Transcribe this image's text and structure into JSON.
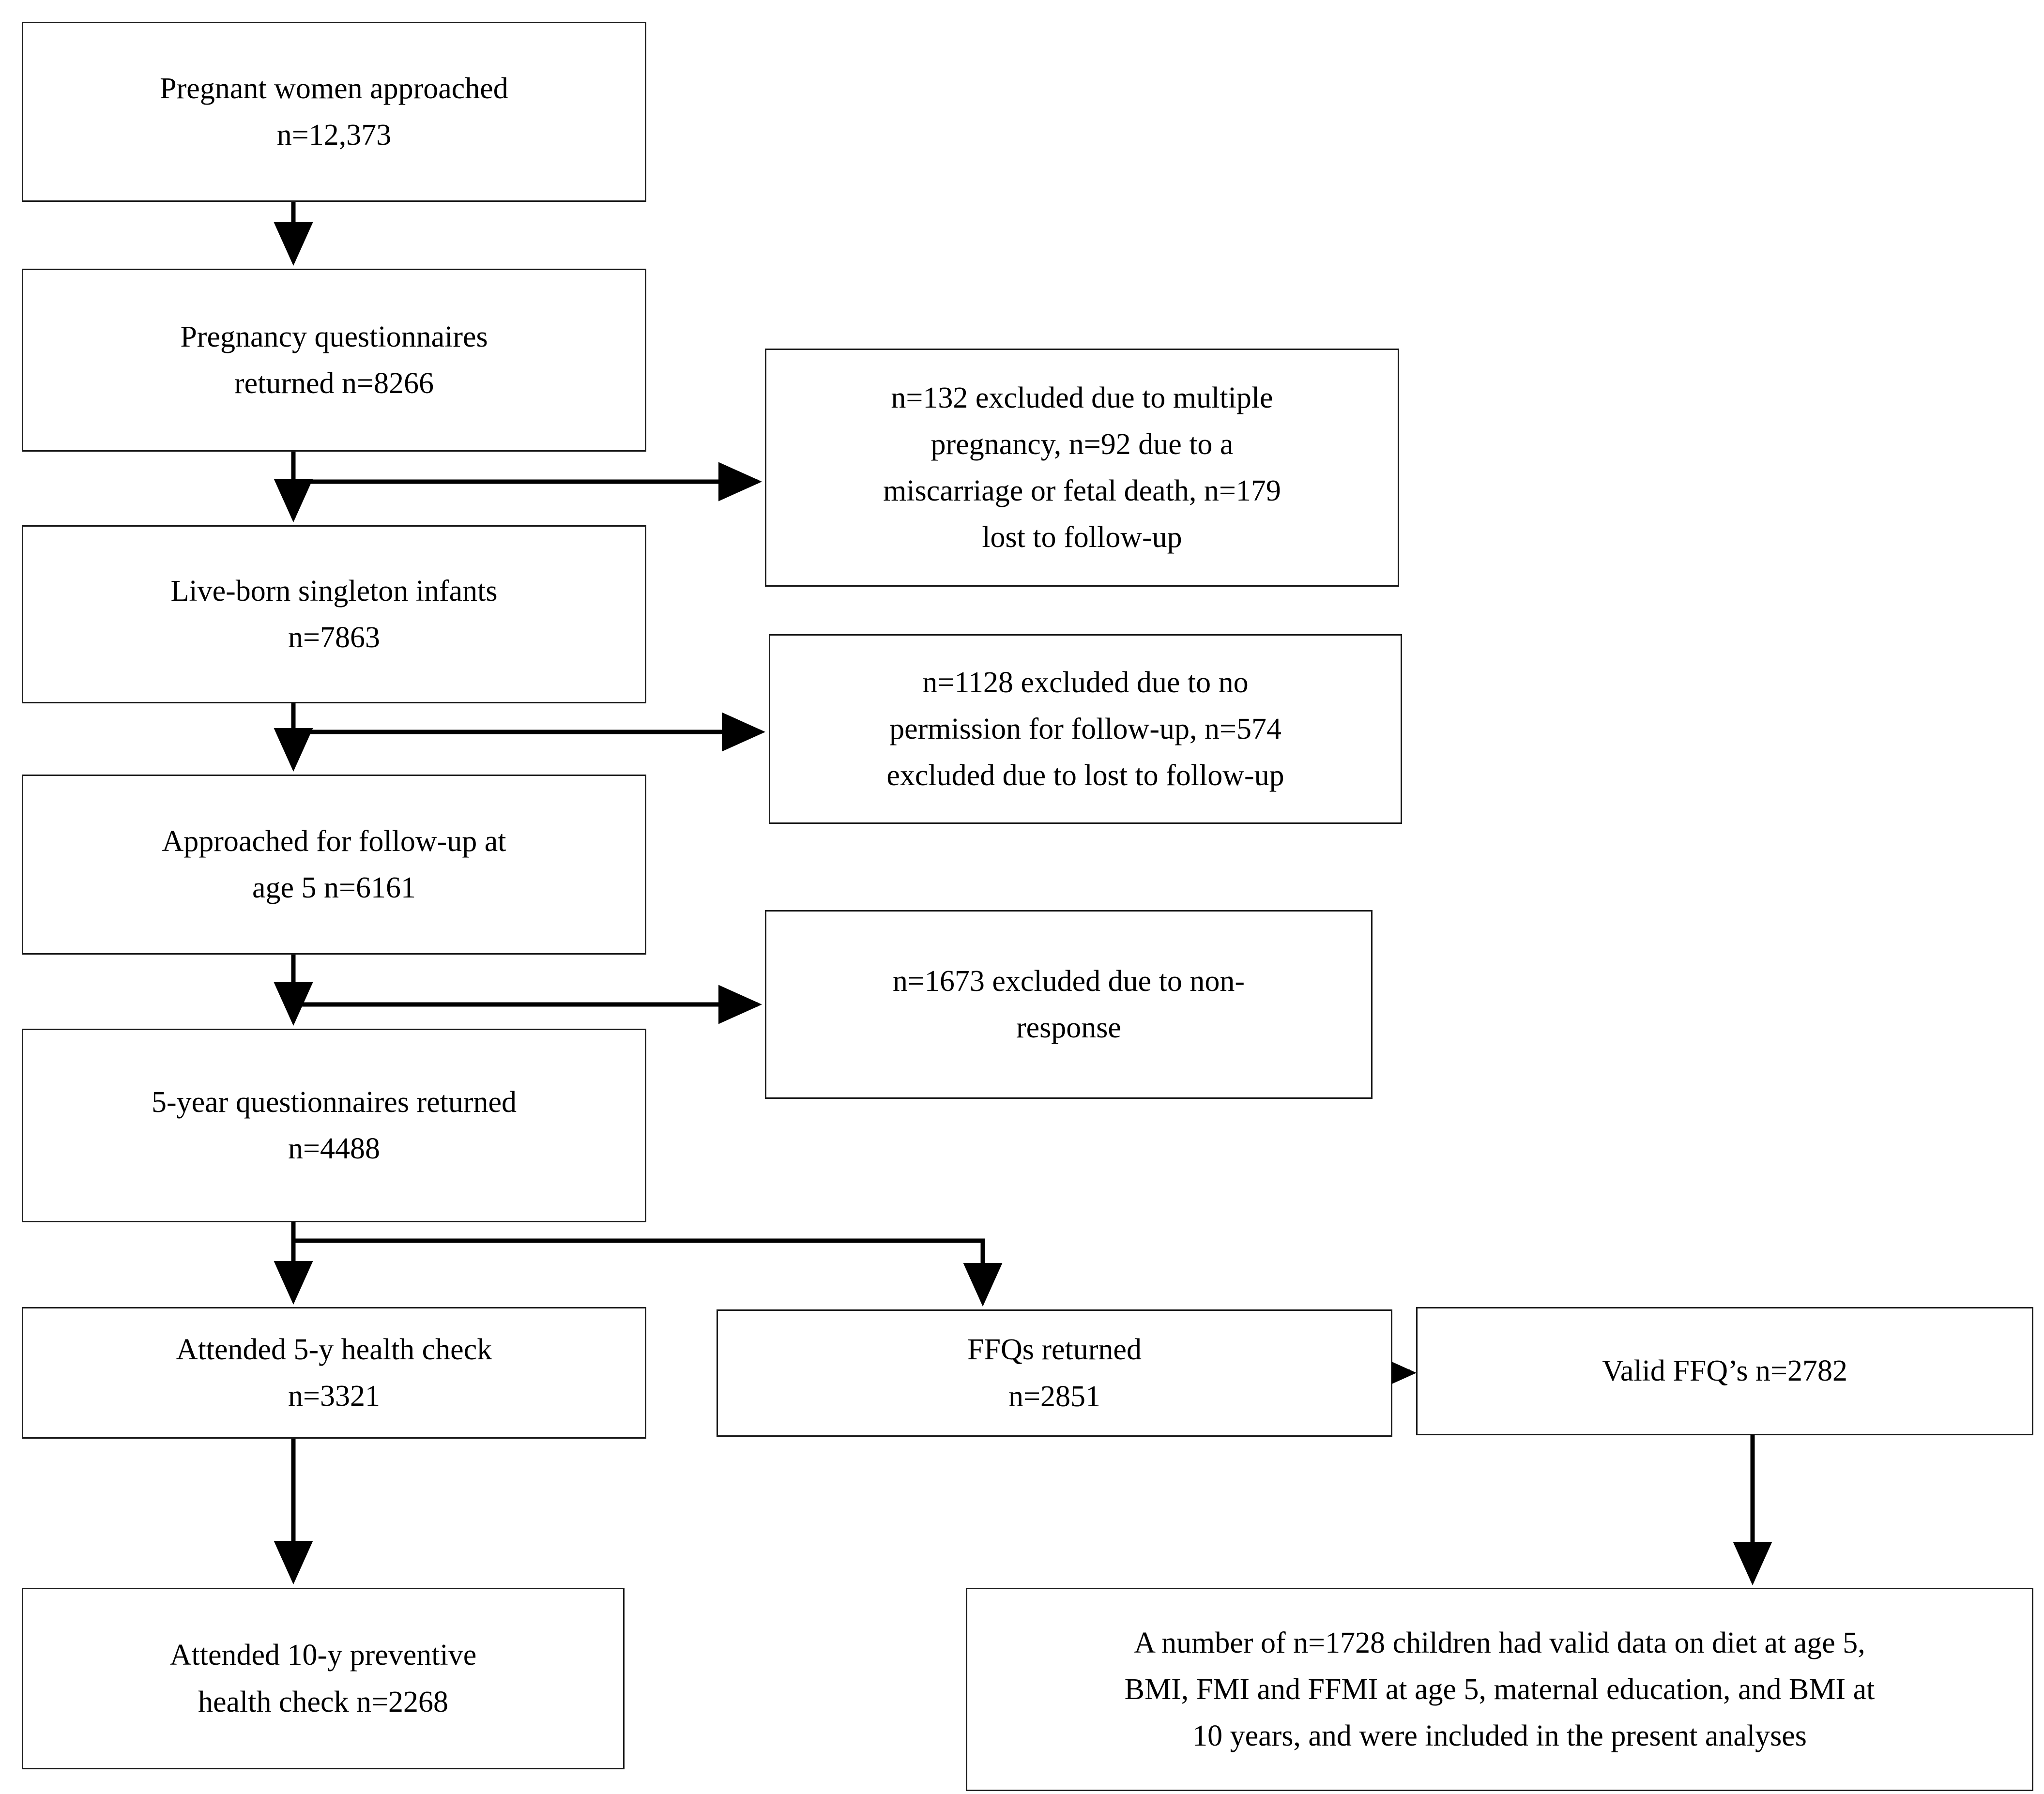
{
  "diagram": {
    "type": "flowchart",
    "title_present": false,
    "orientation": "top-to-bottom",
    "colors": {
      "box_border": "#1a1a1a",
      "box_fill": "#ffffff",
      "connector": "#000000",
      "text": "#000000",
      "background": "#ffffff"
    },
    "nodes": {
      "approached": {
        "id": "approached",
        "line1": "Pregnant women approached",
        "line2": "n=12,373",
        "count": 12373
      },
      "pregnancy_questionnaires": {
        "id": "pregnancy_questionnaires",
        "line1": "Pregnancy questionnaires",
        "line2": "returned n=8266",
        "count": 8266
      },
      "live_born": {
        "id": "live_born",
        "line1": "Live-born singleton infants",
        "line2": "n=7863",
        "count": 7863
      },
      "approached_followup": {
        "id": "approached_followup",
        "line1": "Approached for follow-up at",
        "line2": "age 5 n=6161",
        "count": 6161
      },
      "five_year_questionnaires": {
        "id": "five_year_questionnaires",
        "line1": "5-year questionnaires returned",
        "line2": "n=4488",
        "count": 4488
      },
      "health_check_5y": {
        "id": "health_check_5y",
        "line1": "Attended 5-y health check",
        "line2": "n=3321",
        "count": 3321
      },
      "health_check_10y": {
        "id": "health_check_10y",
        "line1": "Attended 10-y preventive",
        "line2": "health check n=2268",
        "count": 2268
      },
      "ffqs_returned": {
        "id": "ffqs_returned",
        "line1": "FFQs returned",
        "line2": "n=2851",
        "count": 2851
      },
      "valid_ffqs": {
        "id": "valid_ffqs",
        "line1": "Valid FFQ’s n=2782",
        "count": 2782
      },
      "final_sample": {
        "id": "final_sample",
        "line1": "A number of n=1728 children had valid data on diet at age 5,",
        "line2": "BMI, FMI and FFMI at age 5, maternal education, and BMI at",
        "line3": "10 years, and were included in the present analyses",
        "count": 1728
      }
    },
    "exclusions": {
      "exclusion_1": {
        "id": "exclusion_1",
        "line1": "n=132 excluded due to multiple",
        "line2": "pregnancy, n=92 due to a",
        "line3": "miscarriage or fetal death, n=179",
        "line4": "lost to follow-up",
        "counts": [
          132,
          92,
          179
        ]
      },
      "exclusion_2": {
        "id": "exclusion_2",
        "line1": "n=1128 excluded due to no",
        "line2": "permission for follow-up, n=574",
        "line3": "excluded due to lost to follow-up",
        "counts": [
          1128,
          574
        ]
      },
      "exclusion_3": {
        "id": "exclusion_3",
        "line1": "n=1673 excluded due to non-",
        "line2": "response",
        "counts": [
          1673
        ]
      }
    },
    "edges": [
      {
        "from": "approached",
        "to": "pregnancy_questionnaires",
        "kind": "down-arrow"
      },
      {
        "from": "pregnancy_questionnaires",
        "to": "live_born",
        "kind": "down-arrow"
      },
      {
        "from": "pregnancy_questionnaires",
        "to": "exclusion_1",
        "kind": "right-arrow"
      },
      {
        "from": "live_born",
        "to": "approached_followup",
        "kind": "down-arrow"
      },
      {
        "from": "live_born",
        "to": "exclusion_2",
        "kind": "right-arrow"
      },
      {
        "from": "approached_followup",
        "to": "five_year_questionnaires",
        "kind": "down-arrow"
      },
      {
        "from": "approached_followup",
        "to": "exclusion_3",
        "kind": "right-arrow"
      },
      {
        "from": "five_year_questionnaires",
        "to": "health_check_5y",
        "kind": "down-arrow"
      },
      {
        "from": "five_year_questionnaires",
        "to": "ffqs_returned",
        "kind": "elbow-down-arrow"
      },
      {
        "from": "health_check_5y",
        "to": "health_check_10y",
        "kind": "down-arrow"
      },
      {
        "from": "ffqs_returned",
        "to": "valid_ffqs",
        "kind": "right-arrow"
      },
      {
        "from": "valid_ffqs",
        "to": "final_sample",
        "kind": "down-arrow"
      }
    ]
  }
}
